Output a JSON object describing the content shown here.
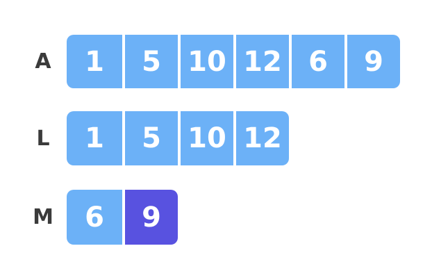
{
  "colors": {
    "background": "#ffffff",
    "blue": "#6cb1f7",
    "purple": "#5852e0",
    "label": "#3b3b3b",
    "cell_text": "#ffffff"
  },
  "rows": [
    {
      "label": "A",
      "cells": [
        {
          "value": "1",
          "color": "blue"
        },
        {
          "value": "5",
          "color": "blue"
        },
        {
          "value": "10",
          "color": "blue"
        },
        {
          "value": "12",
          "color": "blue"
        },
        {
          "value": "6",
          "color": "blue"
        },
        {
          "value": "9",
          "color": "blue"
        }
      ]
    },
    {
      "label": "L",
      "cells": [
        {
          "value": "1",
          "color": "blue"
        },
        {
          "value": "5",
          "color": "blue"
        },
        {
          "value": "10",
          "color": "blue"
        },
        {
          "value": "12",
          "color": "blue"
        }
      ]
    },
    {
      "label": "M",
      "cells": [
        {
          "value": "6",
          "color": "blue"
        },
        {
          "value": "9",
          "color": "purple"
        }
      ]
    }
  ]
}
